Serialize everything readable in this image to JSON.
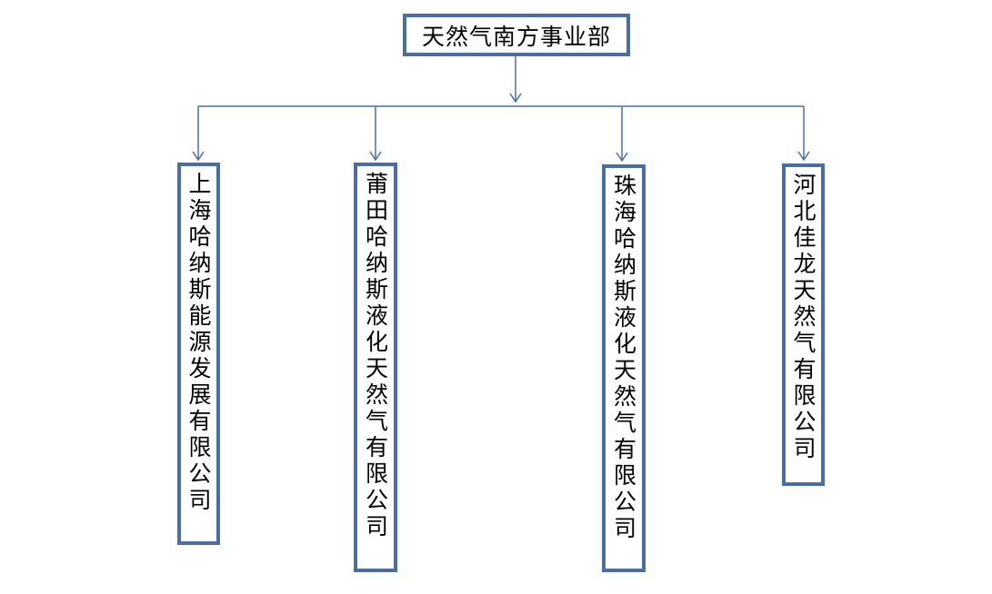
{
  "root": {
    "label": "天然气南方事业部"
  },
  "children": [
    {
      "label": "上海哈纳斯能源发展有限公司"
    },
    {
      "label": "莆田哈纳斯液化天然气有限公司"
    },
    {
      "label": "珠海哈纳斯液化天然气有限公司"
    },
    {
      "label": "河北佳龙天然气有限公司"
    }
  ],
  "colors": {
    "box_border": "#4a6ea3",
    "connector": "#4a6ea3"
  }
}
